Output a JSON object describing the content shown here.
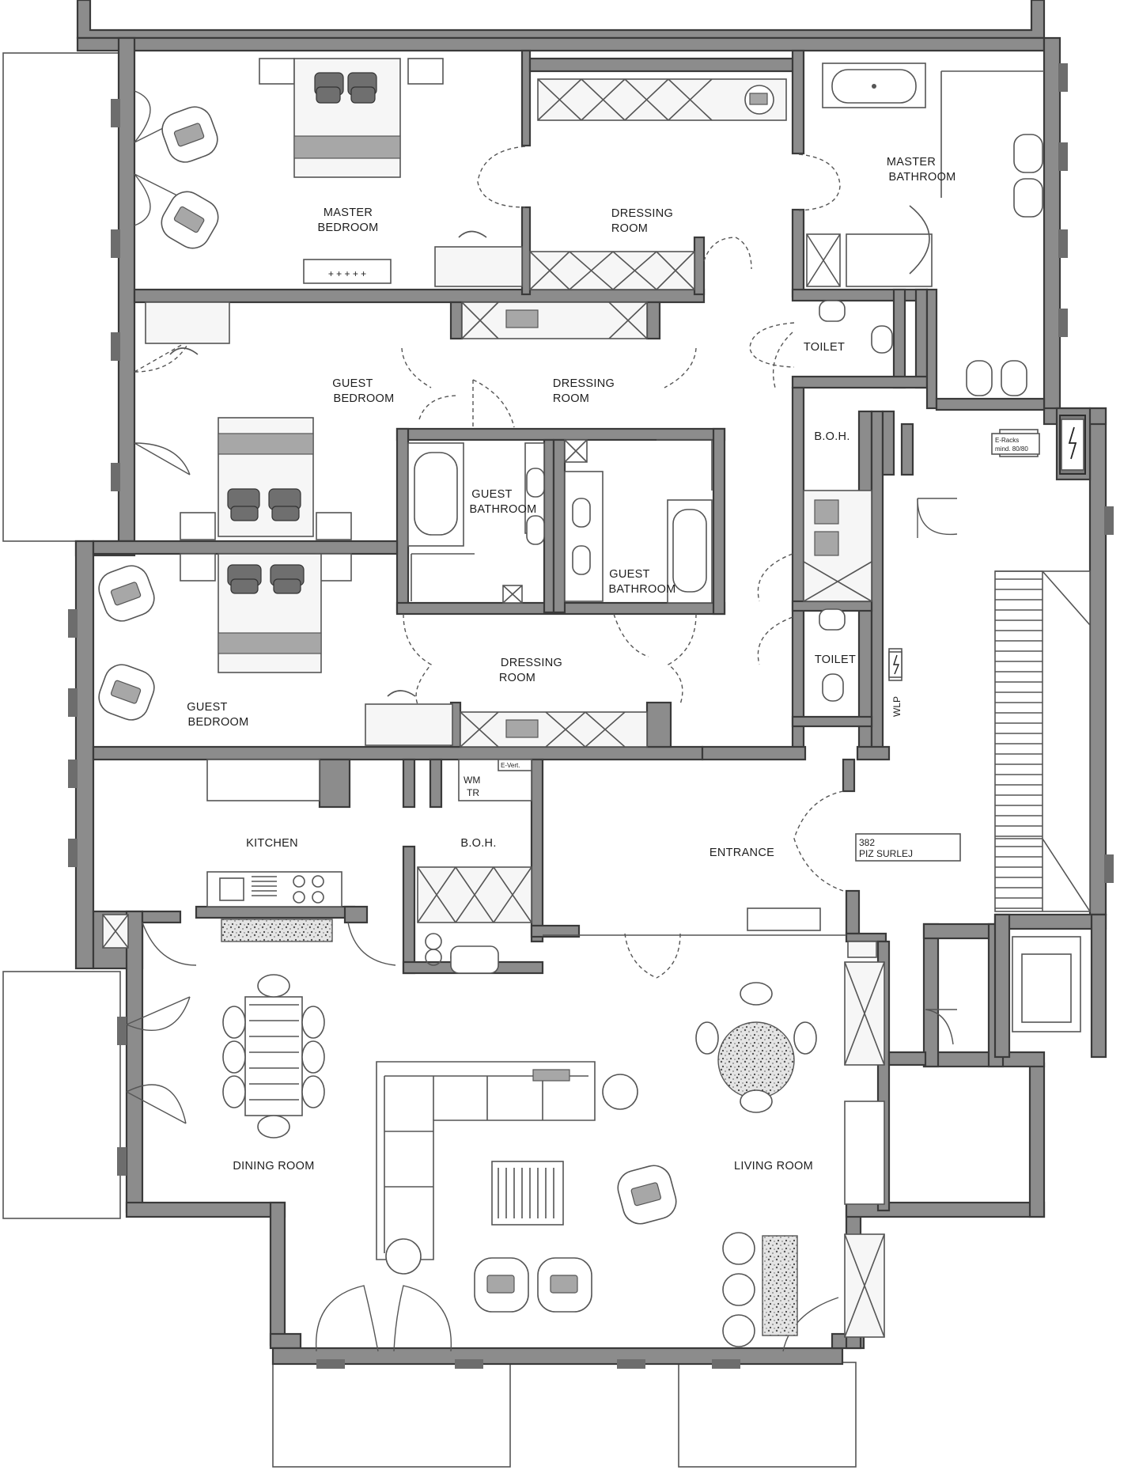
{
  "rooms": {
    "master_bedroom": [
      "MASTER",
      "BEDROOM"
    ],
    "dressing_room_top": [
      "DRESSING",
      "ROOM"
    ],
    "master_bathroom": [
      "MASTER",
      "BATHROOM"
    ],
    "toilet_top": "TOILET",
    "guest_bedroom_top": [
      "GUEST",
      "BEDROOM"
    ],
    "dressing_room_mid": [
      "DRESSING",
      "ROOM"
    ],
    "guest_bathroom_left": [
      "GUEST",
      "BATHROOM"
    ],
    "guest_bathroom_right": [
      "GUEST",
      "BATHROOM"
    ],
    "boh_top": "B.O.H.",
    "toilet_mid": "TOILET",
    "dressing_room_low": [
      "DRESSING",
      "ROOM"
    ],
    "guest_bedroom_low": [
      "GUEST",
      "BEDROOM"
    ],
    "kitchen": "KITCHEN",
    "boh_kitchen": "B.O.H.",
    "entrance": "ENTRANCE",
    "dining_room": "DINING ROOM",
    "living_room": "LIVING ROOM"
  },
  "tags": {
    "e_racks": [
      "E-Racks",
      "mind. 80/80"
    ],
    "wlp": "WLP",
    "e_vert": "E-Vert.",
    "wm": "WM",
    "tr": "TR",
    "unit_number": "382",
    "unit_name": "PIZ SURLEJ"
  },
  "colors": {
    "wall": "#8c8c8c",
    "line": "#555555",
    "background": "#ffffff"
  }
}
